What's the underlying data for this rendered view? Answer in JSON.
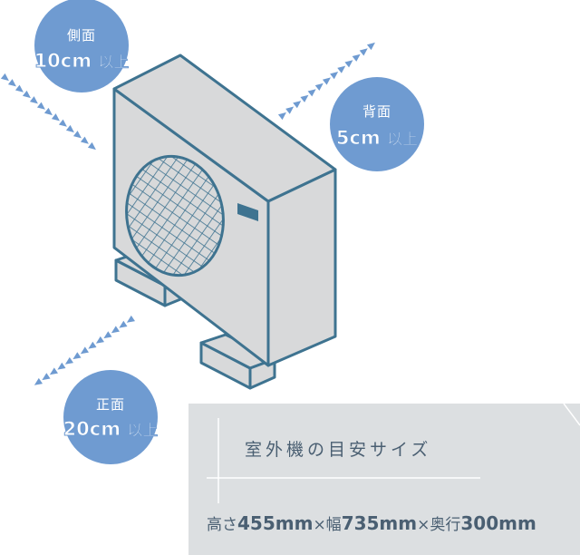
{
  "side": {
    "title": "側面",
    "value": "10cm",
    "suffix": "以上"
  },
  "back": {
    "title": "背面",
    "value": "5cm",
    "suffix": "以上"
  },
  "front": {
    "title": "正面",
    "value": "20cm",
    "suffix": "以上"
  },
  "size_panel": {
    "heading": "室外機の目安サイズ",
    "height_label": "高さ",
    "height_value": "455mm",
    "width_label": "×幅",
    "width_value": "735mm",
    "depth_label": "×奥行",
    "depth_value": "300mm"
  },
  "colors": {
    "accent": "#6f9bd1",
    "outline": "#3e7390",
    "unit_fill": "#d8d9da",
    "panel_bg": "#dcdfe1",
    "panel_text": "#4a5f72"
  }
}
